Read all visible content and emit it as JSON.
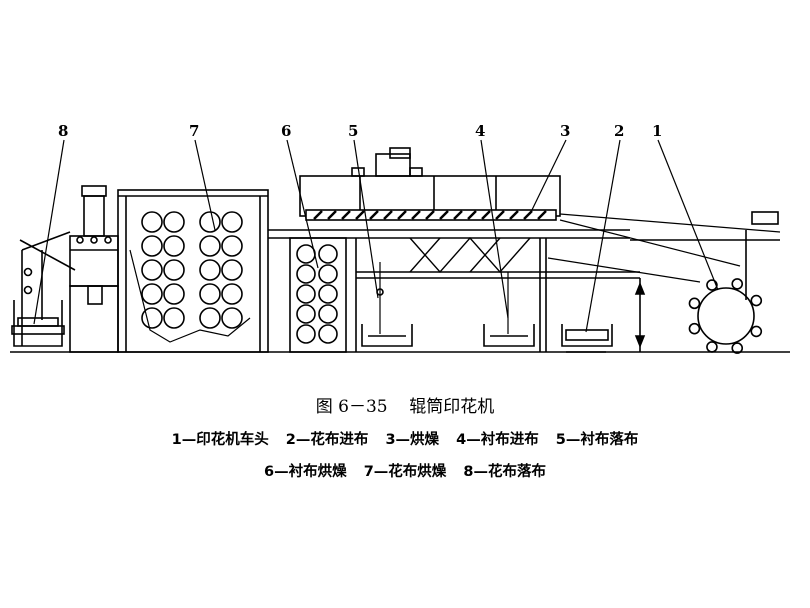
{
  "figure": {
    "number": "图 6－35",
    "title": "辊筒印花机"
  },
  "callouts": [
    "8",
    "7",
    "6",
    "5",
    "4",
    "3",
    "2",
    "1"
  ],
  "legend": {
    "row1": [
      "1—印花机车头",
      "2—花布进布",
      "3—烘燥",
      "4—衬布进布",
      "5—衬布落布"
    ],
    "row2": [
      "6—衬布烘燥",
      "7—花布烘燥",
      "8—花布落布"
    ]
  }
}
